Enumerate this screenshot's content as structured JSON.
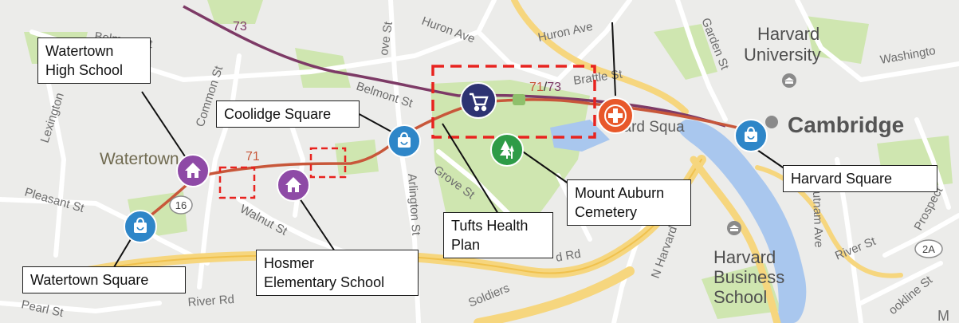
{
  "map": {
    "colors": {
      "land": "#ececea",
      "park": "#cfe6b0",
      "water": "#a9c7ee",
      "highway": "#f6d67e",
      "route_71": "#c8573a",
      "route_73": "#7d3a66",
      "highlight": "#e8231f",
      "school_marker": "#8e4aa6",
      "shop_marker": "#2e86c8",
      "cart_marker": "#2e3372",
      "hospital_marker": "#e8582a",
      "park_marker": "#2e9b47"
    },
    "places": {
      "cambridge": "Cambridge",
      "harvard_university": [
        "Harvard",
        "University"
      ],
      "harvard_business_school": [
        "Harvard",
        "Business",
        "School"
      ],
      "watertown": "Watertown"
    },
    "streets": {
      "belmont_st_west": "Belmont St",
      "belmont_st_east": "Belmont St",
      "huron_ave_1": "Huron Ave",
      "huron_ave_2": "Huron Ave",
      "common_st": "Common St",
      "lexington": "Lexington",
      "pleasant_st": "Pleasant St",
      "walnut_st": "Walnut St",
      "arlington_st": "Arlington St",
      "grove_st": "Grove St",
      "grove_st_north": "ove St",
      "brattle_st": "Brattle St",
      "garden_st": "Garden St",
      "washington": "Washingto",
      "soldiers_field_rd": "Soldiers",
      "soldiers_field_rd_2": "d Rd",
      "river_rd": "River Rd",
      "river_st": "River St",
      "n_harvard_st": "N Harvard St",
      "putnam_ave": "utnam Ave",
      "prospect": "Prospect",
      "pearl_st": "Pearl St",
      "brookline": "ookline St",
      "harvard_square_road": "vard Squa",
      "road_sign_16": "16",
      "road_sign_2a": "2A",
      "map_corner": "M"
    },
    "routes": {
      "route_71_label": "71",
      "route_73_label": "73",
      "shared_label_71": "71",
      "shared_label_slash": "/",
      "shared_label_73": "73"
    },
    "markers": [
      {
        "id": "watertown-square",
        "type": "shop",
        "icon": "shopping-bag-icon"
      },
      {
        "id": "watertown-high-school",
        "type": "school",
        "icon": "house-icon"
      },
      {
        "id": "hosmer-elementary-school",
        "type": "school",
        "icon": "house-icon"
      },
      {
        "id": "coolidge-square",
        "type": "shop",
        "icon": "shopping-bag-icon"
      },
      {
        "id": "tufts-health-plan",
        "type": "store",
        "icon": "shopping-cart-icon"
      },
      {
        "id": "mount-auburn-cemetery",
        "type": "park",
        "icon": "tree-icon"
      },
      {
        "id": "hospital",
        "type": "hospital",
        "icon": "medical-cross-icon"
      },
      {
        "id": "harvard-square",
        "type": "shop",
        "icon": "shopping-bag-icon"
      }
    ],
    "callouts": {
      "watertown_high_school": [
        "Watertown",
        "High School"
      ],
      "coolidge_square": "Coolidge Square",
      "tufts_health_plan": [
        "Tufts Health",
        "Plan"
      ],
      "mount_auburn_cemetery": [
        "Mount Auburn",
        "Cemetery"
      ],
      "harvard_square": "Harvard Square",
      "hosmer_elementary_school": [
        "Hosmer",
        "Elementary School"
      ],
      "watertown_square": "Watertown Square"
    }
  }
}
